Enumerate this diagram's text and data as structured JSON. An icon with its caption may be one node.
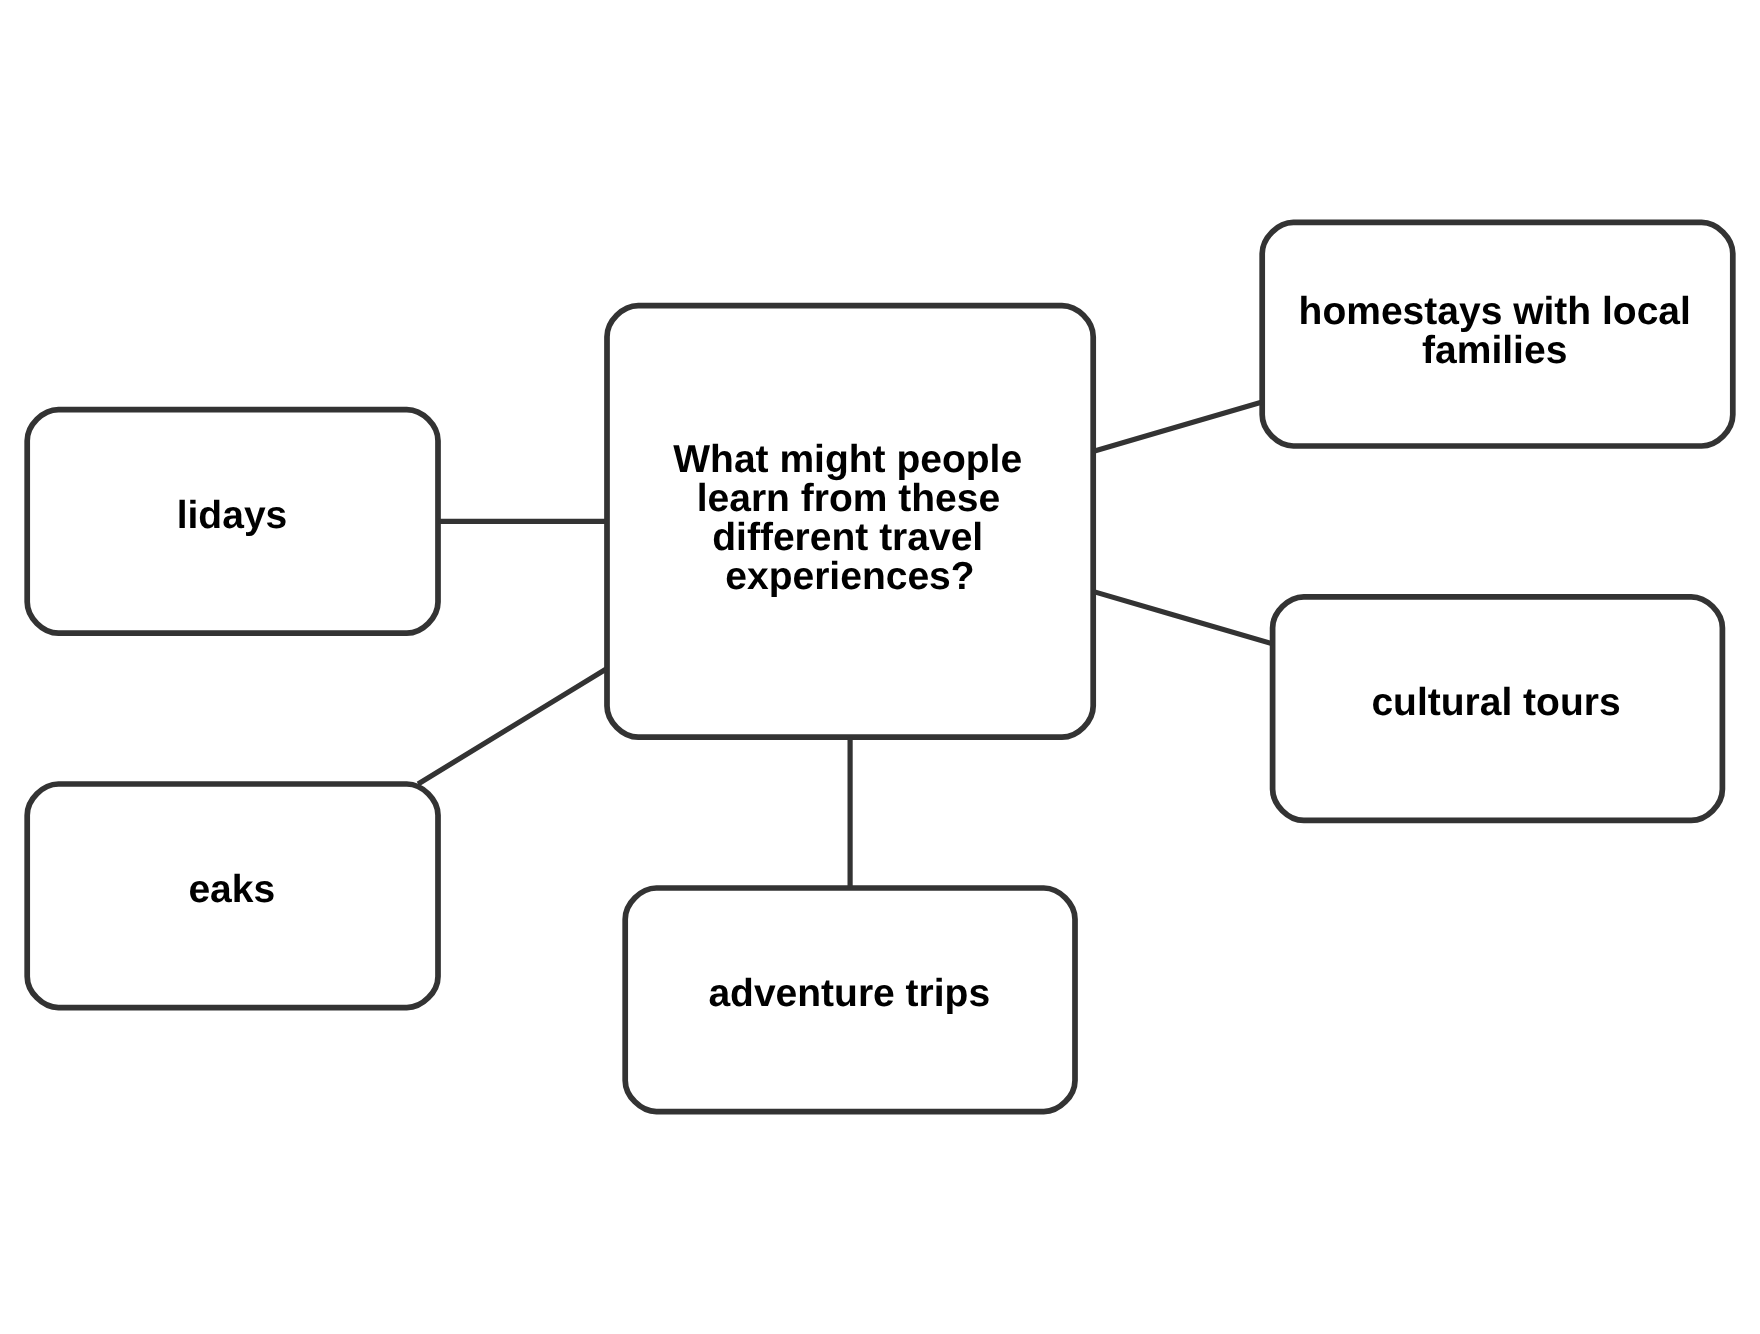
{
  "diagram": {
    "nodes": [
      {
        "text": [
          "lidays"
        ]
      },
      {
        "text": [
          "What might people learn from these different travel experiences?"
        ]
      },
      {
        "text": [
          "homestays with local families"
        ]
      },
      {
        "text": [
          "eaks"
        ]
      },
      {
        "text": [
          "cultural tours"
        ]
      },
      {
        "text": [
          "adventure trips"
        ]
      }
    ],
    "edges": [
      {
        "from": 0,
        "to": 1,
        "arrow": "none"
      },
      {
        "from": 1,
        "to": 2,
        "arrow": "none"
      },
      {
        "from": 1,
        "to": 3,
        "arrow": "none"
      },
      {
        "from": 1,
        "to": 4,
        "arrow": "none"
      },
      {
        "from": 1,
        "to": 5,
        "arrow": "none"
      }
    ]
  }
}
